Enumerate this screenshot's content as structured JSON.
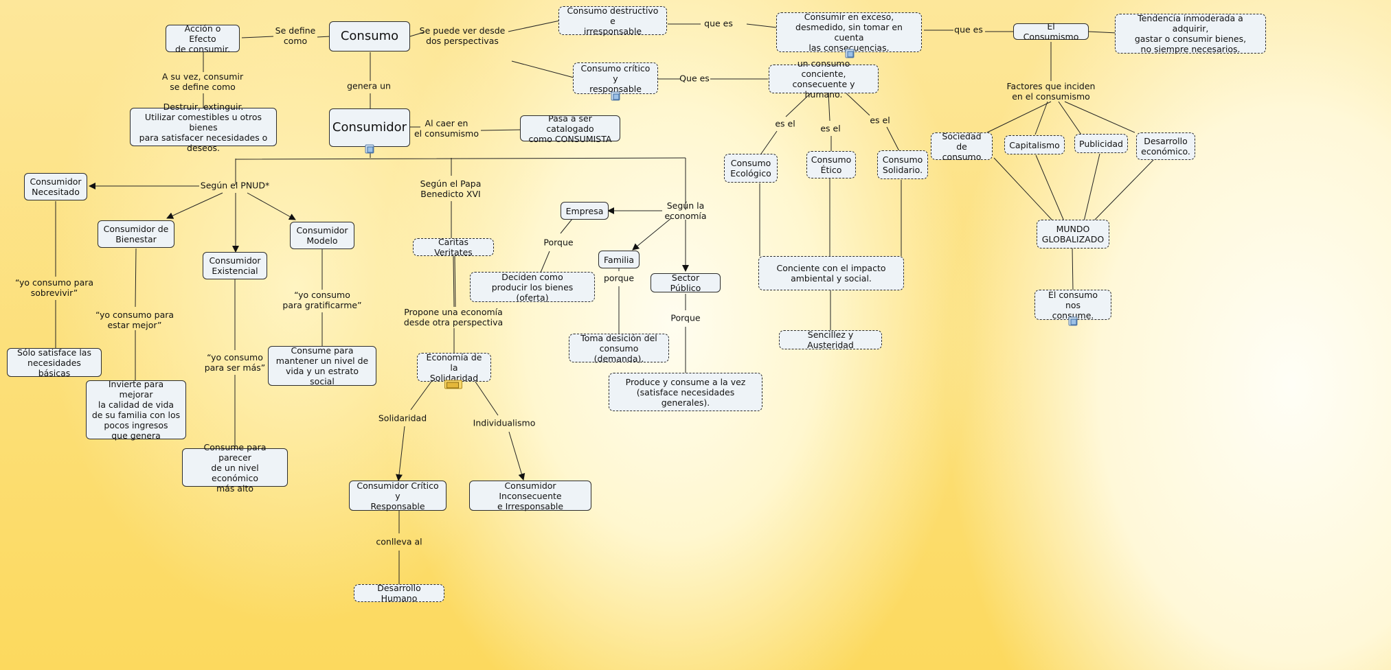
{
  "nodes": {
    "accion": "Acción o Efecto\nde consumir.",
    "consumo": "Consumo",
    "destructivo": "Consumo destructivo e\nirresponsable",
    "exceso": "Consumir en exceso,\ndesmedido, sin tomar en cuenta\nlas consecuencias.",
    "el_consumismo": "El Consumismo",
    "tendencia": "Tendencia inmoderada a adquirir,\ngastar o consumir bienes,\nno siempre necesarios.",
    "critico": "Consumo crítico y\nresponsable",
    "conciente": "un consumo conciente,\nconsecuente y humano.",
    "destruir": "Destruir, extinguir.\nUtilizar comestibles u otros bienes\npara satisfacer necesidades o deseos.",
    "consumidor": "Consumidor",
    "catalogado": "Pasa a ser catalogado\ncomo CONSUMISTA",
    "necesitado": "Consumidor\nNecesitado",
    "bienestar": "Consumidor de\nBienestar",
    "existencial": "Consumidor\nExistencial",
    "modelo": "Consumidor\nModelo",
    "caritas": "Caritas Veritates",
    "empresa": "Empresa",
    "deciden": "Deciden como\nproducir los bienes (oferta)",
    "familia": "Familia",
    "sector": "Sector Público",
    "toma": "Toma desición del\nconsumo (demanda).",
    "produce": "Produce y consume a la vez\n(satisface necesidades generales).",
    "satisface": "Sólo satisface las\nnecesidades básicas",
    "invierte": "Invierte para mejorar\nla calidad de vida\nde su familia con los\npocos ingresos\nque genera",
    "parecer": "Consume para parecer\nde un nivel económico\nmás alto",
    "mantener": "Consume para\nmantener un nivel de\nvida y un estrato social",
    "economia_sol": "Economía de la\nSolidaridad",
    "critico_resp": "Consumidor Crítico y\nResponsable",
    "inconsecuente": "Consumidor Inconsecuente\ne Irresponsable",
    "desarrollo_humano": "Desarrollo Humano",
    "ecologico": "Consumo\nEcológico",
    "etico": "Consumo\nÉtico",
    "solidario": "Consumo\nSolidario.",
    "impacto": "Conciente con el impacto\nambiental y social.",
    "sencillez": "Sencillez y Austeridad",
    "sociedad": "Sociedad\nde consumo",
    "capitalismo": "Capitalismo",
    "publicidad": "Publicidad",
    "desarrollo_eco": "Desarrollo\neconómico.",
    "mundo": "MUNDO\nGLOBALIZADO",
    "nos_consume": "El consumo nos\nconsume."
  },
  "labels": {
    "se_define": "Se define\ncomo",
    "perspectivas": "Se puede ver desde\ndos perspectivas",
    "que_es1": "que es",
    "que_es2": "que es",
    "que_es3": "Que es",
    "a_su_vez": "A su vez, consumir\nse define como",
    "genera": "genera un",
    "al_caer": "Al caer en\nel consumismo",
    "pnud": "Según el PNUD*",
    "papa": "Según el Papa\nBenedicto XVI",
    "segun_eco": "Según la\neconomía",
    "porque1": "Porque",
    "porque2": "porque",
    "porque3": "Porque",
    "q_sobrevivir": "“yo consumo para\nsobrevivir”",
    "q_estar": "“yo consumo para\nestar mejor”",
    "q_ser": "“yo consumo\npara ser más”",
    "q_gratif": "“yo consumo\npara gratificarme”",
    "propone": "Propone una economía\ndesde otra perspectiva",
    "solidaridad": "Solidaridad",
    "individualismo": "Individualismo",
    "conlleva": "conlleva al",
    "es_el1": "es el",
    "es_el2": "es el",
    "es_el3": "es el",
    "factores": "Factores que inciden\nen el consumismo"
  }
}
